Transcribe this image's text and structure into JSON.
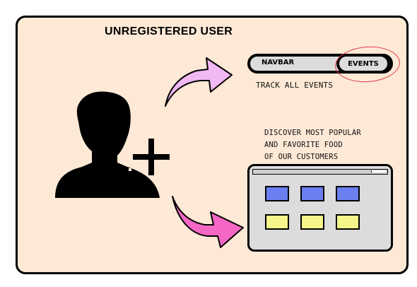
{
  "title": "UNREGISTERED USER",
  "navbar": {
    "label": "NAVBAR",
    "tab": "EVENTS"
  },
  "track_caption": "TRACK ALL EVENTS",
  "description_lines": [
    "DISCOVER MOST POPULAR",
    "AND FAVORITE FOOD",
    "OF OUR CUSTOMERS"
  ],
  "colors": {
    "background": "#fde9d6",
    "upper_arrow": "#f2b8f2",
    "lower_arrow": "#f467c4",
    "highlight_ring": "#e23b4c",
    "top_cards": "#6b7ff0",
    "bottom_cards": "#f4f58a"
  },
  "icons": {
    "user": "add-user-icon",
    "arrow_to_navbar": "curved-arrow-right",
    "arrow_to_window": "curved-arrow-down-right"
  },
  "food_grid": {
    "rows": 2,
    "columns": 3
  }
}
